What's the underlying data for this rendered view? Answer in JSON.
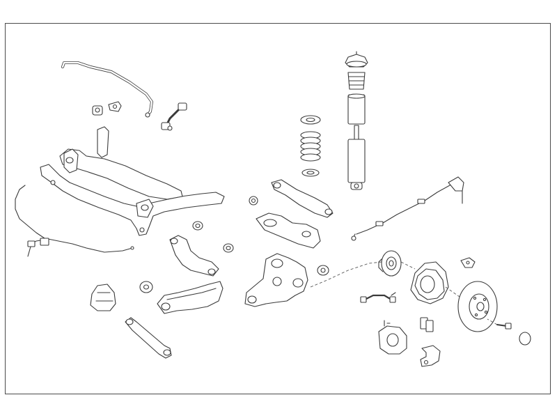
{
  "diagram": {
    "background_color": "#ffffff",
    "line_color": "#3a3a3a",
    "frame_color": "#4a4a4a",
    "parts": [
      "stabilizer-bar",
      "stabilizer-bushings",
      "stabilizer-link",
      "rear-subframe",
      "abs-sensor-cable",
      "spring-seat-top",
      "coil-spring",
      "spring-seat-bottom",
      "shock-top-mount",
      "bump-stop",
      "dust-boot",
      "shock-absorber",
      "upper-control-arm",
      "lower-spring-arm",
      "wheel-carrier",
      "rubber-bushings",
      "trailing-arm",
      "lower-arm-upper",
      "mounting-bracket",
      "toe-link",
      "wheel-hub",
      "brake-backing-plate",
      "brake-disc",
      "brake-caliper",
      "brake-pads",
      "caliper-bracket",
      "parking-brake-cable",
      "brake-hose",
      "wheel-bolt",
      "hub-cap"
    ]
  }
}
